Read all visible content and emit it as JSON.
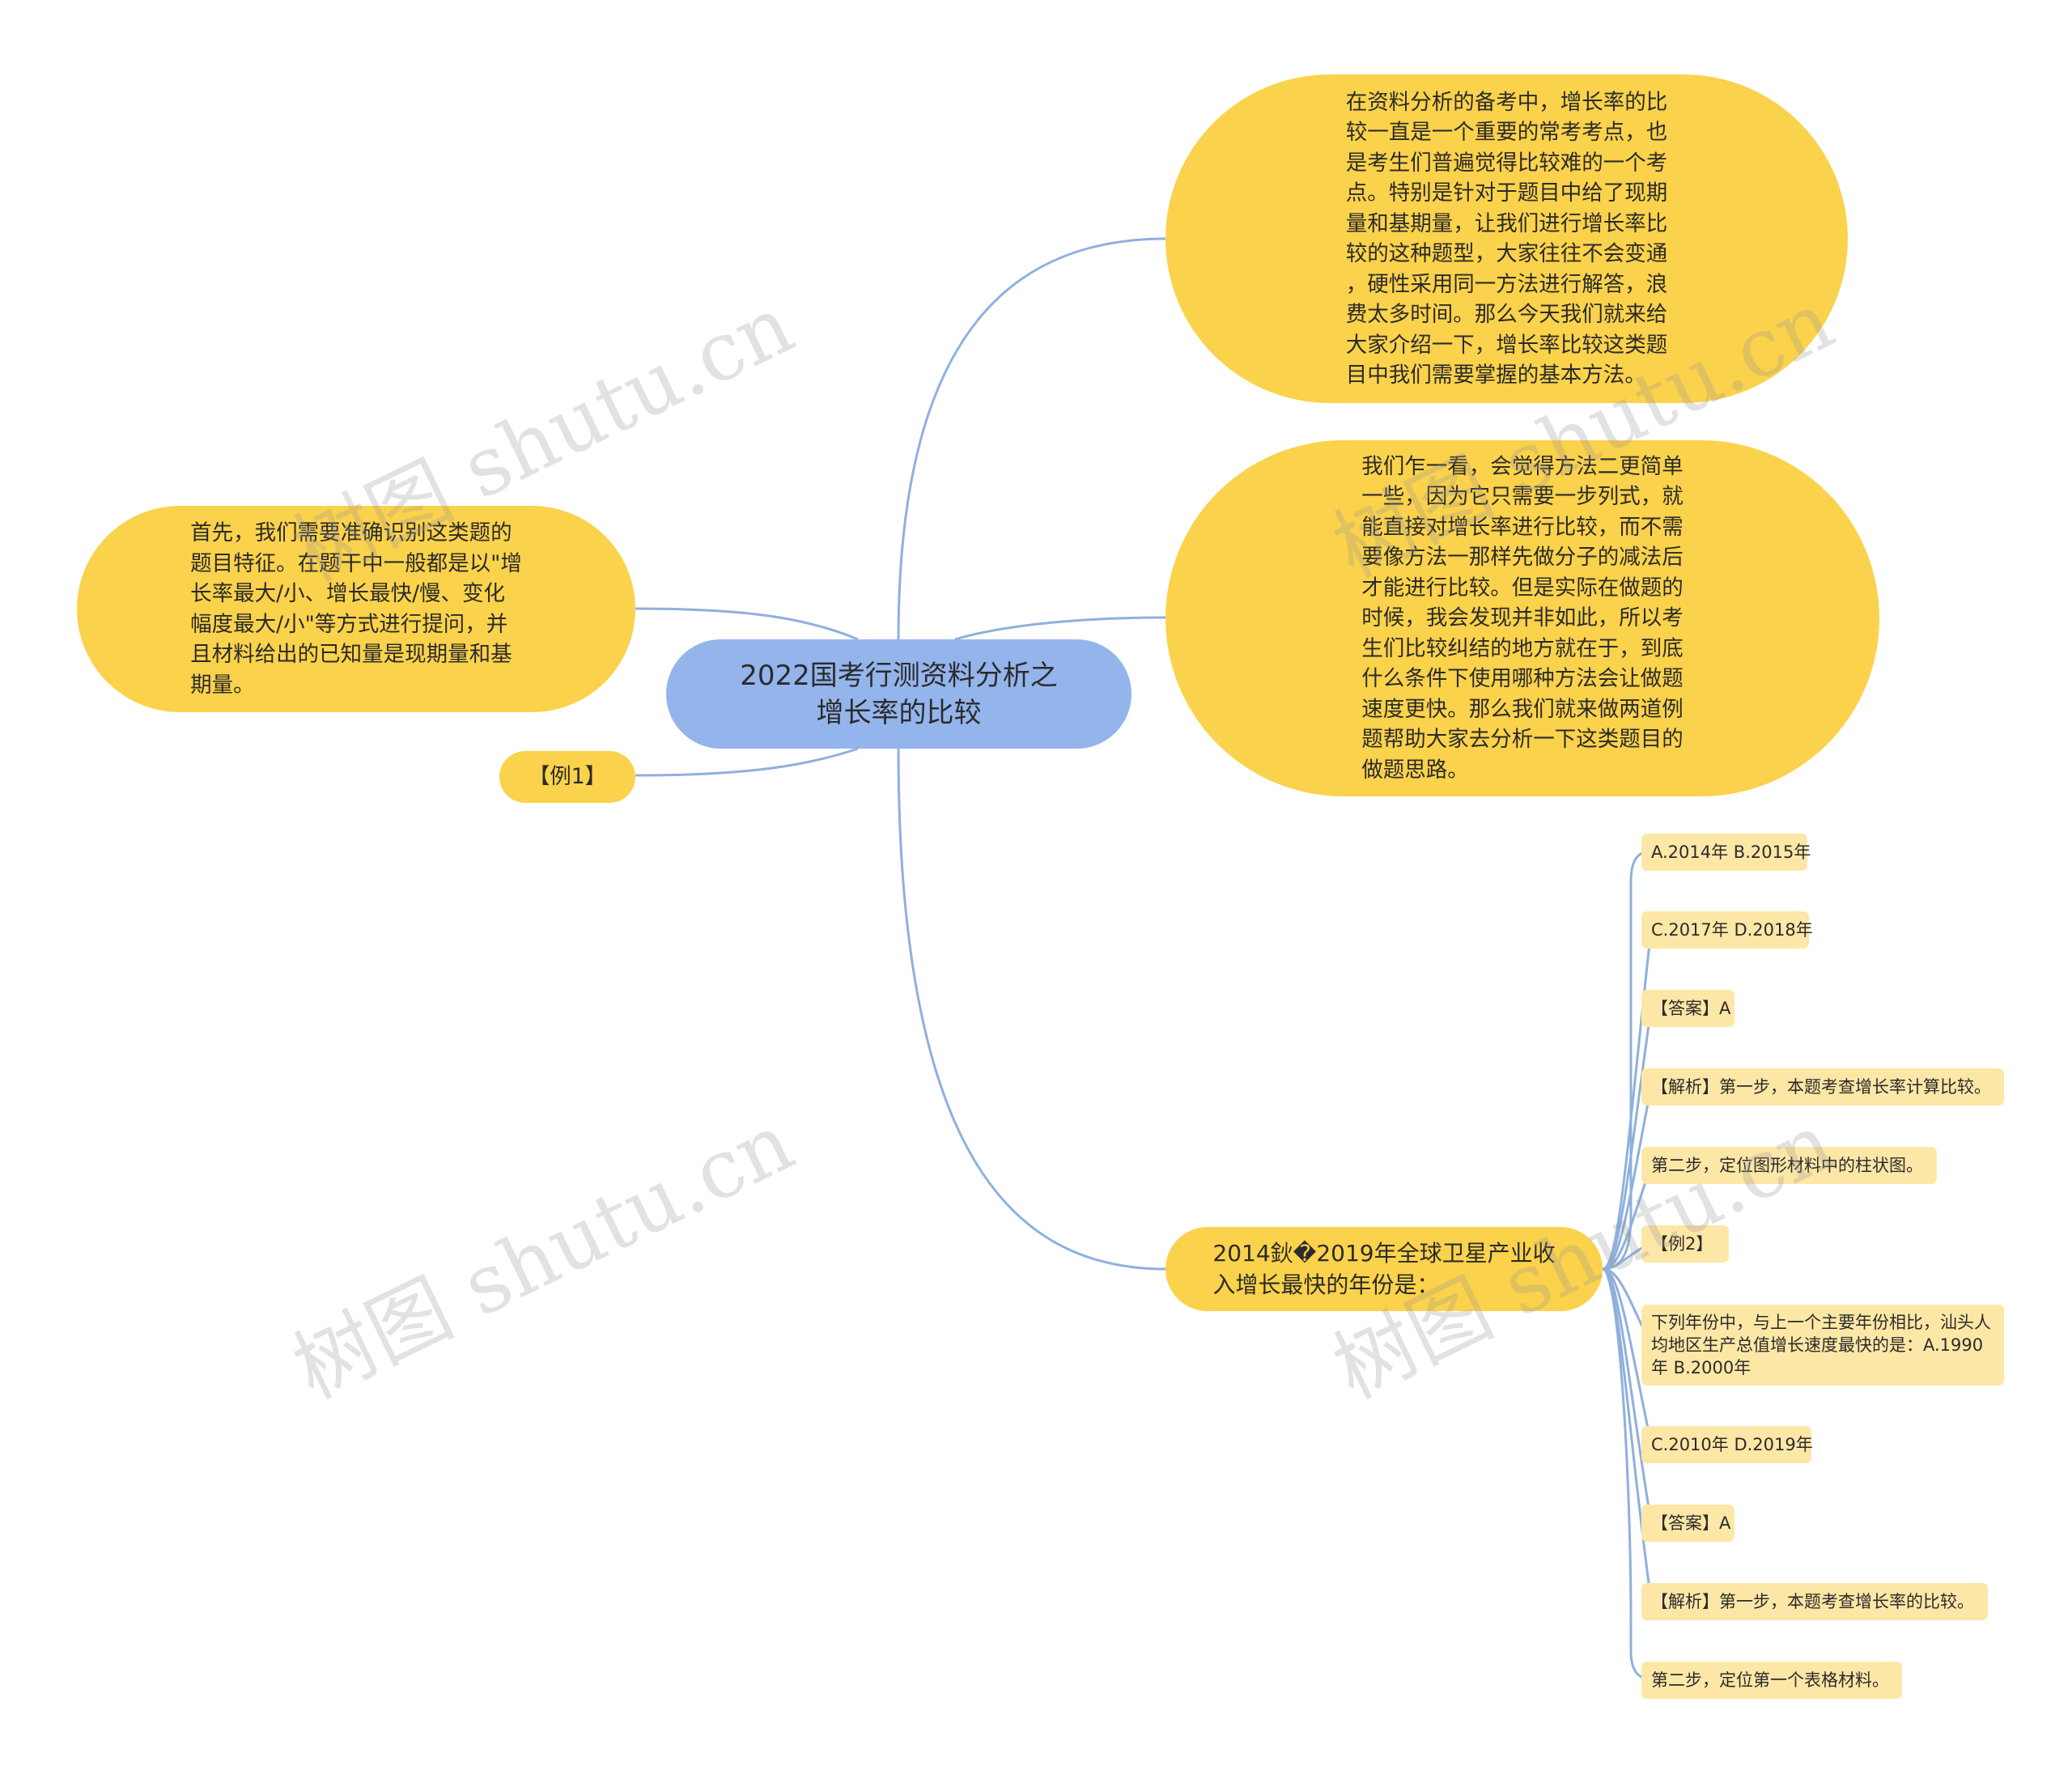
{
  "central": {
    "title": "2022国考行测资料分析之\n增长率的比较"
  },
  "right_nodes": [
    {
      "text": "在资料分析的备考中，增长率的比\n较一直是一个重要的常考考点，也\n是考生们普遍觉得比较难的一个考\n点。特别是针对于题目中给了现期\n量和基期量，让我们进行增长率比\n较的这种题型，大家往往不会变通\n，硬性采用同一方法进行解答，浪\n费太多时间。那么今天我们就来给\n大家介绍一下，增长率比较这类题\n目中我们需要掌握的基本方法。"
    },
    {
      "text": "我们乍一看，会觉得方法二更简单\n一些，因为它只需要一步列式，就\n能直接对增长率进行比较，而不需\n要像方法一那样先做分子的减法后\n才能进行比较。但是实际在做题的\n时候，我会发现并非如此，所以考\n生们比较纠结的地方就在于，到底\n什么条件下使用哪种方法会让做题\n速度更快。那么我们就来做两道例\n题帮助大家去分析一下这类题目的\n做题思路。"
    }
  ],
  "left_nodes": [
    {
      "text": "首先，我们需要准确识别这类题的\n题目特征。在题干中一般都是以\"增\n长率最大/小、增长最快/慢、变化\n幅度最大/小\"等方式进行提问，并\n且材料给出的已知量是现期量和基\n期量。"
    },
    {
      "text": "【例1】"
    }
  ],
  "question_node": {
    "text": "2014鈥�2019年全球卫星产业收\n入增长最快的年份是："
  },
  "leaves": [
    "A.2014年 B.2015年",
    "C.2017年 D.2018年",
    "【答案】A",
    "【解析】第一步，本题考查增长率计算比较。",
    "第二步，定位图形材料中的柱状图。",
    "【例2】",
    "下列年份中，与上一个主要年份相比，汕头人\n均地区生产总值增长速度最快的是：A.1990\n年 B.2000年",
    "C.2010年 D.2019年",
    "【答案】A",
    "【解析】第一步，本题考查增长率的比较。",
    "第二步，定位第一个表格材料。"
  ],
  "watermark": "树图 shutu.cn",
  "colors": {
    "central": "#94b4ec",
    "branch": "#fbd24b",
    "leaf": "#fde7a6",
    "line": "#8fb0dd"
  }
}
